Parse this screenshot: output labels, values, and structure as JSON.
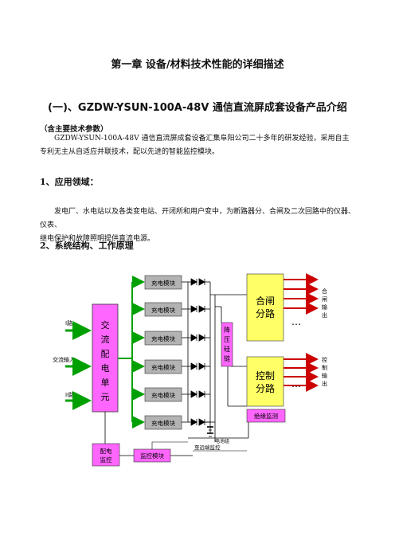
{
  "chapter_title": "第一章 设备/材料技术性能的详细描述",
  "section_title": "(一)、GZDW-YSUN-100A-48V 通信直流屏成套设备产品介绍",
  "specs_note": "（含主要技术参数）",
  "intro_line1": "GZDW-YSUN-100A-48V 通信直流屏成套设备汇集阜阳公司二十多年的研发经验，采用自主",
  "intro_line2": "专利无主从自适应并联技术，配以先进的智能监控模块。",
  "heading_applications": "1、应用领域：",
  "applications_line1": "发电厂、水电站以及各类变电站、开闭所和用户变中，为断路器分、合闸及二次回路中的仪器、仪表、",
  "applications_line2": "继电保护和故障照明提供直流电源。",
  "heading_structure": "2、系统结构、工作原理",
  "diagram": {
    "input_1": "I路",
    "input_ac": "交流输入",
    "input_2": "II路",
    "ac_unit": [
      "交",
      "流",
      "配",
      "电",
      "单",
      "元"
    ],
    "charger_label": "充电模块",
    "dropper": [
      "降",
      "压",
      "硅",
      "链"
    ],
    "closing_bus": [
      "合闸",
      "分路"
    ],
    "control_bus": [
      "控制",
      "分路"
    ],
    "closing_output": [
      "合",
      "闸",
      "输",
      "出"
    ],
    "control_output": [
      "控",
      "制",
      "输",
      "出"
    ],
    "ellipsis": "…",
    "battery": "电池组",
    "insulation": "绝缘监测",
    "dist_monitor": [
      "配电",
      "监控"
    ],
    "monitor_module": "监控模块",
    "remote": "至远端监控"
  },
  "colors": {
    "magenta": "#ff66ff",
    "gray": "#b3b3b3",
    "yellow": "#ffff66",
    "green_arrow": "#00a000",
    "red_arrow": "#cc0000"
  }
}
